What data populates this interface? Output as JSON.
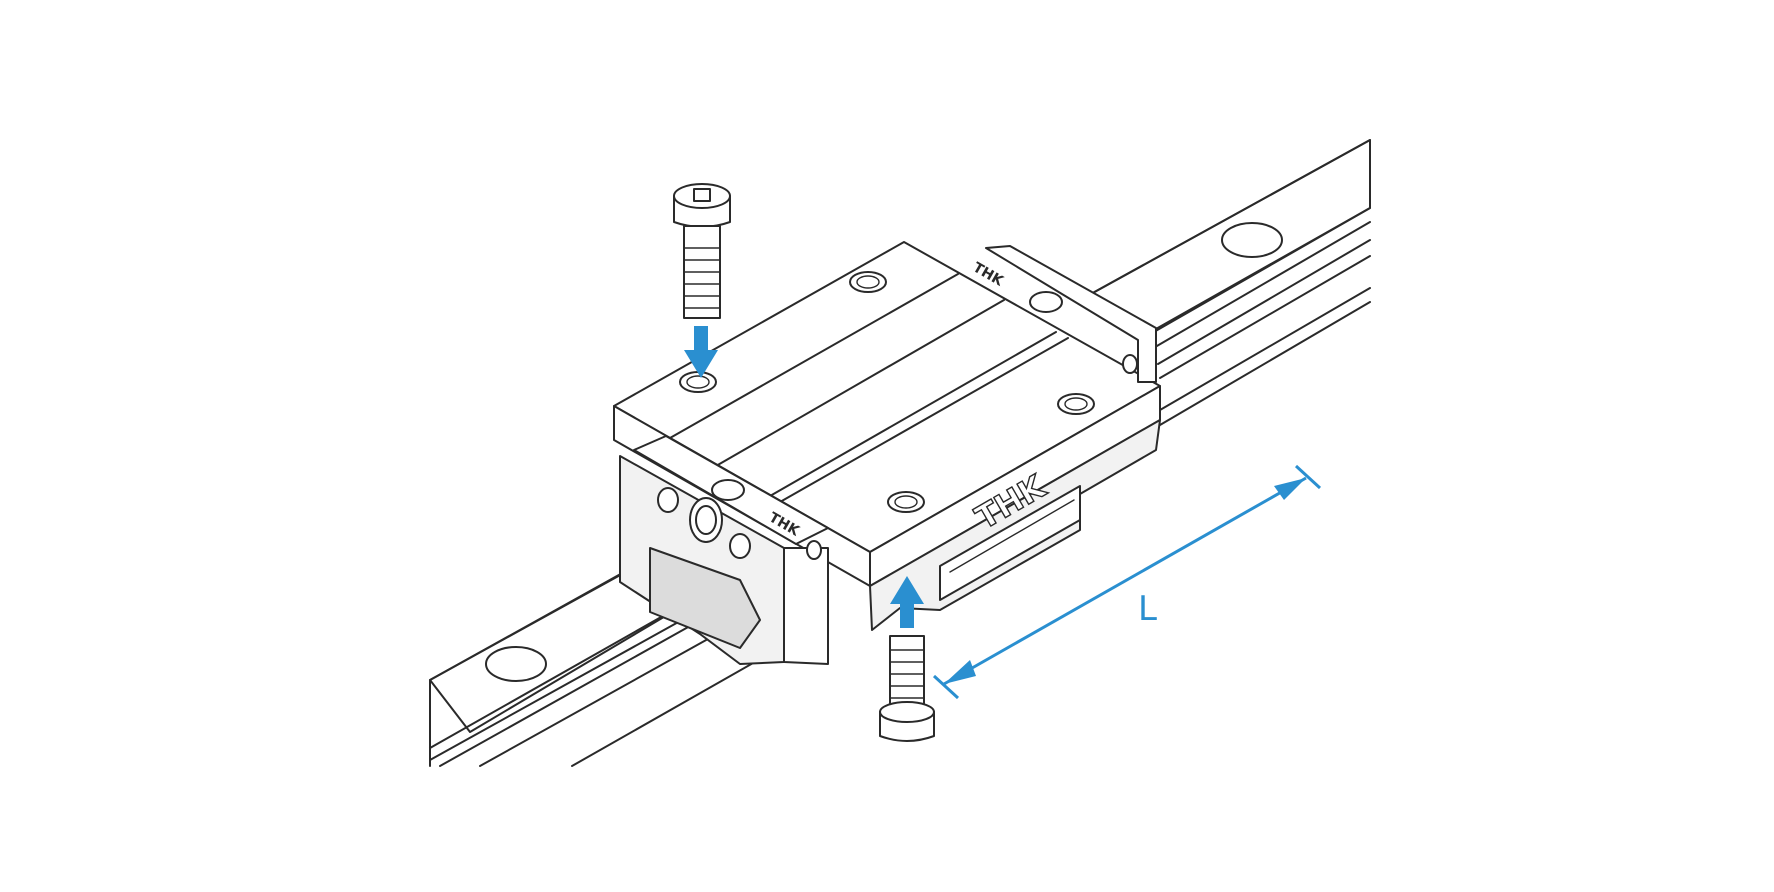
{
  "diagram": {
    "accent_color": "#2a8fd0",
    "line_color": "#2a2a2a",
    "brand_marks": [
      "THK",
      "THK",
      "THK"
    ],
    "dimension_label": "L",
    "icons": [
      "socket-head-cap-screw-icon",
      "down-arrow-icon",
      "up-arrow-icon",
      "dimension-arrow-icon"
    ]
  }
}
